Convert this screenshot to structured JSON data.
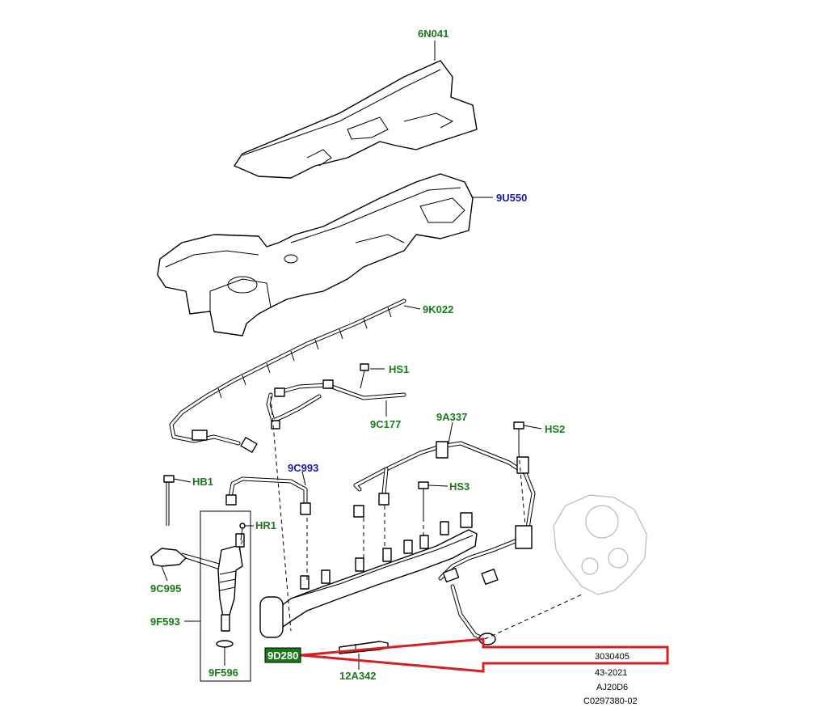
{
  "colors": {
    "callout_green": "#1a7a1a",
    "callout_blue": "#1a1aa8",
    "highlight_red": "#d42020",
    "selected_box": "#1a7a1a"
  },
  "callouts": {
    "cover_top": "6N041",
    "cover_main": "9U550",
    "harness": "9K022",
    "bolt_hs1": "HS1",
    "tube_9c177": "9C177",
    "pipe_9a337": "9A337",
    "bolt_hs2": "HS2",
    "pipe_9c993": "9C993",
    "bolt_hs3": "HS3",
    "bolt_hb1": "HB1",
    "bolt_hr1": "HR1",
    "clamp_9c995": "9C995",
    "injector": "9F593",
    "seal_ring": "9F596",
    "fuel_rail": "9D280",
    "glow_plug": "12A342"
  },
  "info_block": {
    "line1": "3030405",
    "line2": "43-2021",
    "line3": "AJ20D6",
    "line4": "C0297380-02"
  }
}
